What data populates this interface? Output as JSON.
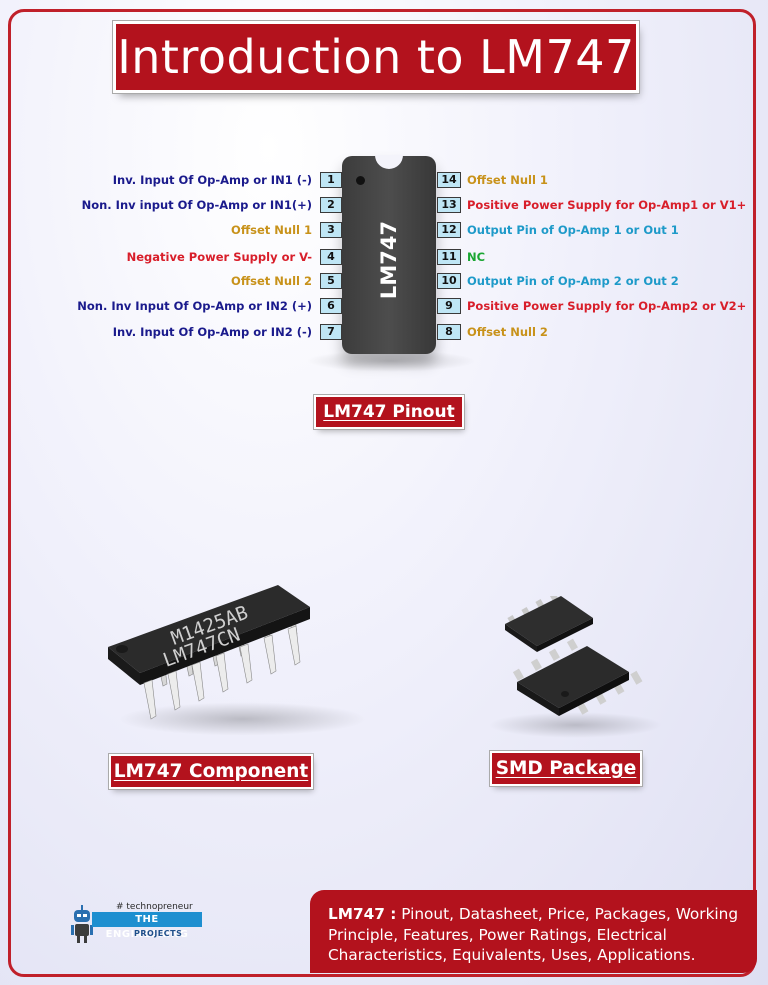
{
  "title": "Introduction to LM747",
  "chip": {
    "marking": "LM747"
  },
  "pins": {
    "left": [
      {
        "num": "1",
        "label": "Inv. Input Of Op-Amp or IN1 (-)",
        "color": "#1a1a8c"
      },
      {
        "num": "2",
        "label": "Non. Inv input Of Op-Amp or IN1(+)",
        "color": "#1a1a8c"
      },
      {
        "num": "3",
        "label": "Offset Null 1",
        "color": "#c8921a"
      },
      {
        "num": "4",
        "label": "Negative Power Supply or V-",
        "color": "#d81e2a"
      },
      {
        "num": "5",
        "label": "Offset Null 2",
        "color": "#c8921a"
      },
      {
        "num": "6",
        "label": "Non. Inv Input Of Op-Amp or IN2 (+)",
        "color": "#1a1a8c"
      },
      {
        "num": "7",
        "label": "Inv. Input Of Op-Amp or IN2 (-)",
        "color": "#1a1a8c"
      }
    ],
    "right": [
      {
        "num": "14",
        "label": "Offset Null 1",
        "color": "#c8921a"
      },
      {
        "num": "13",
        "label": "Positive Power Supply for Op-Amp1 or V1+",
        "color": "#d81e2a"
      },
      {
        "num": "12",
        "label": "Output Pin of Op-Amp 1 or Out 1",
        "color": "#1e9ac9"
      },
      {
        "num": "11",
        "label": "NC",
        "color": "#1aa632"
      },
      {
        "num": "10",
        "label": "Output Pin of Op-Amp 2 or Out 2",
        "color": "#1e9ac9"
      },
      {
        "num": "9",
        "label": "Positive Power Supply for Op-Amp2 or V2+",
        "color": "#d81e2a"
      },
      {
        "num": "8",
        "label": "Offset Null 2",
        "color": "#c8921a"
      }
    ]
  },
  "captions": {
    "pinout": "LM747 Pinout",
    "component": "LM747 Component",
    "smd": "SMD Package"
  },
  "component_marking": {
    "line1": "M1425AB",
    "line2": "LM747CN"
  },
  "logo": {
    "hashtag": "# technopreneur",
    "name": "THE ENGINEERING",
    "sub": "PROJECTS"
  },
  "footer": {
    "bold": "LM747 :",
    "text": " Pinout, Datasheet, Price, Packages, Working Principle, Features, Power Ratings, Electrical Characteristics, Equivalents, Uses, Applications."
  }
}
